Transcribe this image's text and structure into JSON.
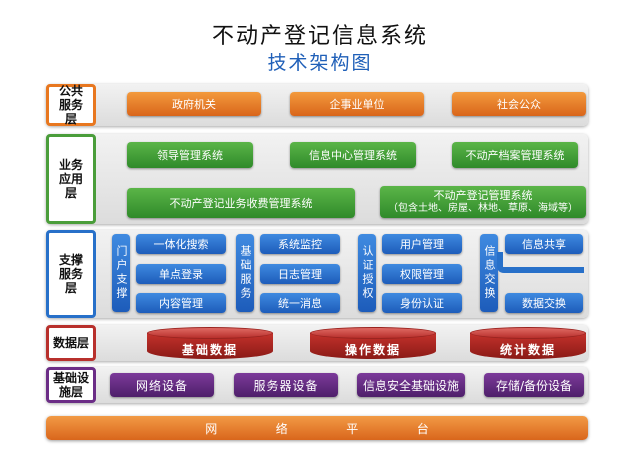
{
  "title": "不动产登记信息系统",
  "subtitle": "技术架构图",
  "layers": {
    "public": {
      "label": "公共服务层",
      "items": [
        "政府机关",
        "企事业单位",
        "社会公众"
      ]
    },
    "business": {
      "label": "业务应用层",
      "items": [
        "领导管理系统",
        "信息中心管理系统",
        "不动产档案管理系统",
        "不动产登记业务收费管理系统"
      ],
      "registry": {
        "line1": "不动产登记管理系统",
        "line2": "（包含土地、房屋、林地、草原、海域等）"
      }
    },
    "support": {
      "label": "支撑服务层",
      "groups": [
        {
          "label": "门户支撑",
          "items": [
            "一体化搜索",
            "单点登录",
            "内容管理"
          ]
        },
        {
          "label": "基础服务",
          "items": [
            "系统监控",
            "日志管理",
            "统一消息"
          ]
        },
        {
          "label": "认证授权",
          "items": [
            "用户管理",
            "权限管理",
            "身份认证"
          ]
        },
        {
          "label": "信息交换",
          "items": [
            "信息共享",
            "数据交换"
          ]
        }
      ]
    },
    "data": {
      "label": "数据层",
      "items": [
        "基础数据",
        "操作数据",
        "统计数据"
      ]
    },
    "infra": {
      "label": "基础设施层",
      "items": [
        "网络设备",
        "服务器设备",
        "信息安全基础设施",
        "存储/备份设备"
      ]
    },
    "network": {
      "chars": [
        "网",
        "络",
        "平",
        "台"
      ]
    }
  }
}
